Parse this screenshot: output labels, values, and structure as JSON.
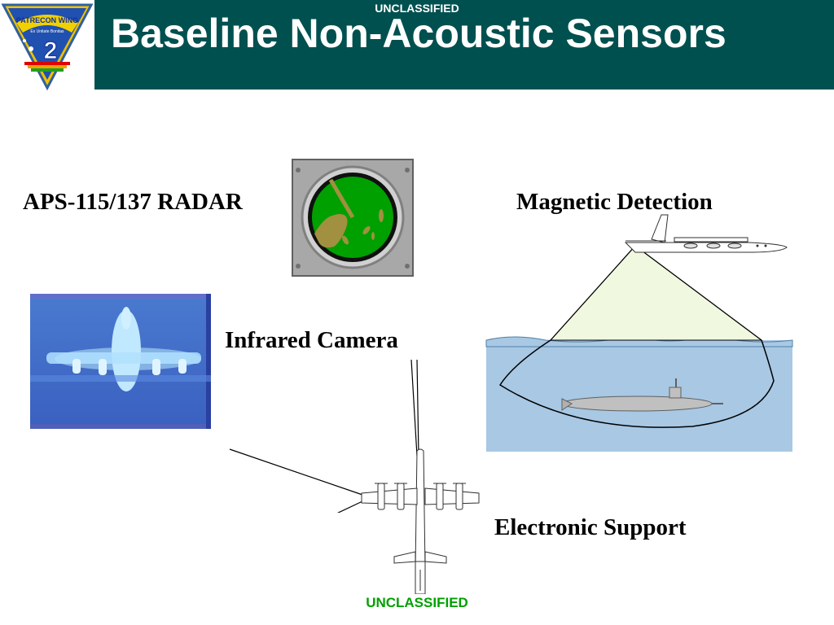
{
  "header": {
    "classification": "UNCLASSIFIED",
    "title": "Baseline Non-Acoustic Sensors",
    "logo": {
      "icon": "patrecon-wing-emblem-icon",
      "text_top": "PATRECON WING",
      "text_small": "Ex Unitate Bonitas",
      "numeral": "2"
    }
  },
  "labels": {
    "radar": "APS-115/137 RADAR",
    "infrared": "Infrared Camera",
    "magnetic": "Magnetic Detection",
    "electronic": "Electronic Support"
  },
  "images": {
    "radar_scope": "radar-scope-icon",
    "infrared_image": "infrared-aircraft-image",
    "mad_scene": "magnetic-detection-submarine-diagram",
    "esm_aircraft": "p3-aircraft-top-view-icon"
  },
  "footer": {
    "classification": "UNCLASSIFIED"
  },
  "colors": {
    "header_bg": "#005050",
    "footer_text": "#00a000",
    "water": "#a8c8e4",
    "radar_green": "#00a000"
  }
}
